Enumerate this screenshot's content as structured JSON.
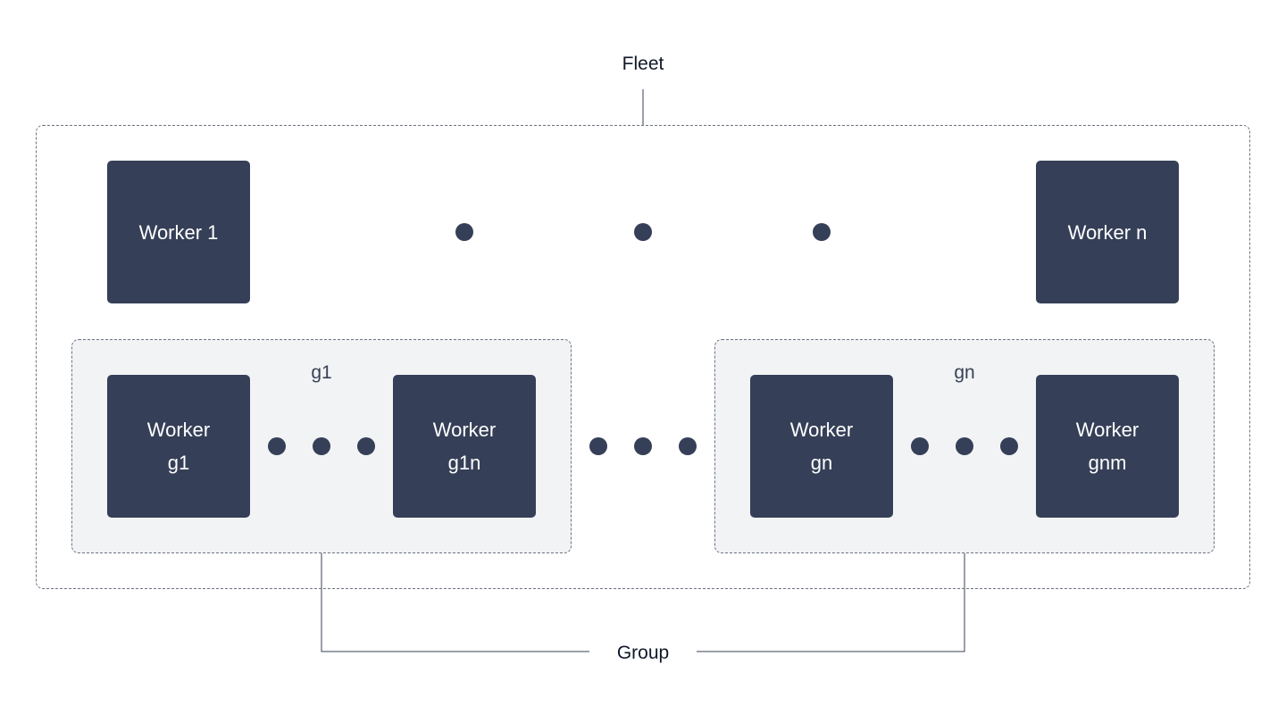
{
  "diagram": {
    "fleet_label": "Fleet",
    "group_label": "Group",
    "colors": {
      "worker_fill": "#353f57",
      "worker_text": "#ffffff",
      "group_fill": "#f2f3f5",
      "border": "#6b7280",
      "connector": "#374151"
    },
    "top_workers": [
      {
        "line1": "Worker 1"
      },
      {
        "line1": "Worker n"
      }
    ],
    "groups": [
      {
        "label": "g1",
        "workers": [
          {
            "line1": "Worker",
            "line2": "g1"
          },
          {
            "line1": "Worker",
            "line2": "g1n"
          }
        ]
      },
      {
        "label": "gn",
        "workers": [
          {
            "line1": "Worker",
            "line2": "gn"
          },
          {
            "line1": "Worker",
            "line2": "gnm"
          }
        ]
      }
    ]
  }
}
